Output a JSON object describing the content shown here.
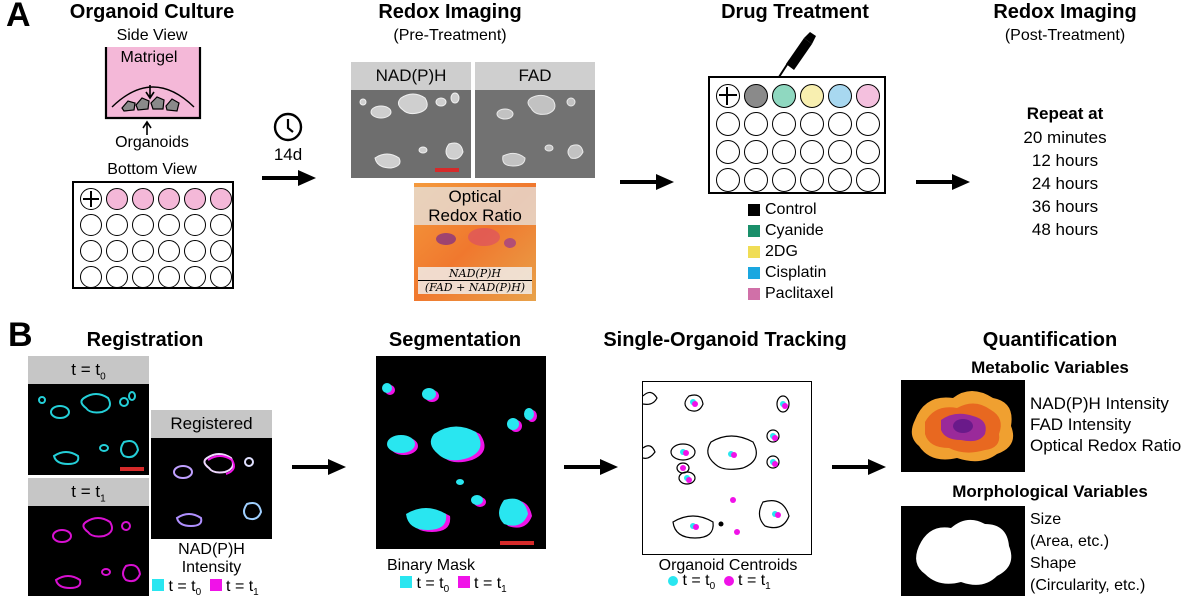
{
  "panels": {
    "a": "A",
    "b": "B"
  },
  "culture": {
    "title": "Organoid Culture",
    "side_view": "Side View",
    "matrigel": "Matrigel",
    "organoids": "Organoids",
    "bottom_view": "Bottom View",
    "duration": "14d",
    "gel_color": "#f4b8d8"
  },
  "redox_pre": {
    "title": "Redox Imaging",
    "subtitle": "(Pre-Treatment)",
    "nadh_label": "NAD(P)H",
    "fad_label": "FAD",
    "ratio_label_line1": "Optical",
    "ratio_label_line2": "Redox Ratio",
    "formula_num": "NAD(P)H",
    "formula_den": "(FAD + NAD(P)H)"
  },
  "drug": {
    "title": "Drug Treatment",
    "legend": [
      {
        "label": "Control",
        "color": "#000000"
      },
      {
        "label": "Cyanide",
        "color": "#1a8f6a"
      },
      {
        "label": "2DG",
        "color": "#f0dd55"
      },
      {
        "label": "Cisplatin",
        "color": "#1aa7e0"
      },
      {
        "label": "Paclitaxel",
        "color": "#d070a8"
      }
    ],
    "well_colors": [
      "#8a8a8a",
      "#8fd8c0",
      "#f8efb0",
      "#a8d8f0",
      "#f4c0de"
    ]
  },
  "redox_post": {
    "title": "Redox Imaging",
    "subtitle": "(Post-Treatment)",
    "repeat": "Repeat at",
    "times": [
      "20 minutes",
      "12 hours",
      "24 hours",
      "36 hours",
      "48 hours"
    ]
  },
  "registration": {
    "title": "Registration",
    "t0_label": "t = t",
    "t0_sub": "0",
    "t1_label": "t = t",
    "t1_sub": "1",
    "registered": "Registered",
    "caption1": "NAD(P)H",
    "caption2": "Intensity",
    "key_t0": "t = t",
    "key_t0_sub": "0",
    "key_t1": "t = t",
    "key_t1_sub": "1",
    "color_t0": "#29e6f0",
    "color_t1": "#f012e8"
  },
  "segmentation": {
    "title": "Segmentation",
    "caption": "Binary Mask",
    "key_t0": "t = t",
    "key_t0_sub": "0",
    "key_t1": "t = t",
    "key_t1_sub": "1"
  },
  "tracking": {
    "title": "Single-Organoid Tracking",
    "caption": "Organoid Centroids",
    "key_t0": "t = t",
    "key_t0_sub": "0",
    "key_t1": "t = t",
    "key_t1_sub": "1"
  },
  "quant": {
    "title": "Quantification",
    "metabolic_title": "Metabolic Variables",
    "metabolic": [
      "NAD(P)H Intensity",
      "FAD Intensity",
      "Optical Redox Ratio"
    ],
    "morph_title": "Morphological Variables",
    "morph": [
      "Size",
      "(Area, etc.)",
      "Shape",
      "(Circularity, etc.)"
    ]
  }
}
